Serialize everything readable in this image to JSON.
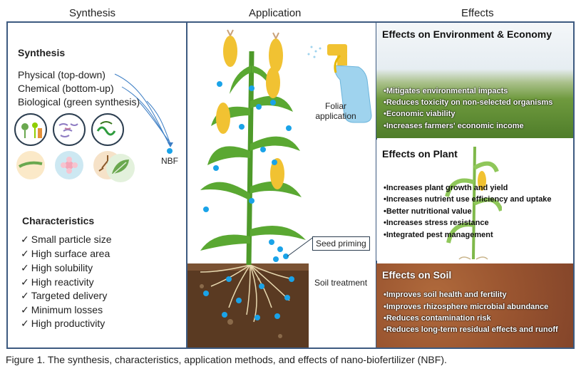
{
  "headers": {
    "synthesis": "Synthesis",
    "application": "Application",
    "effects": "Effects"
  },
  "synthesis": {
    "title": "Synthesis",
    "methods": [
      "Physical (top-down)",
      "Chemical (bottom-up)",
      "Biological (green synthesis)"
    ],
    "nbf_label": "NBF"
  },
  "characteristics": {
    "title": "Characteristics",
    "items": [
      "Small particle size",
      "High surface area",
      "High solubility",
      "High reactivity",
      "Targeted delivery",
      "Minimum losses",
      "High productivity"
    ]
  },
  "application": {
    "foliar": "Foliar application",
    "seed": "Seed priming",
    "soil": "Soil treatment"
  },
  "effects": {
    "environment": {
      "title": "Effects on Environment & Economy",
      "items": [
        "•Mitigates environmental impacts",
        "•Reduces toxicity on non-selected organisms",
        "•Economic viability",
        "•Increases farmers' economic income"
      ]
    },
    "plant": {
      "title": "Effects on Plant",
      "items": [
        "•Increases plant growth and yield",
        "•Increases nutrient use efficiency and uptake",
        "•Better nutritional value",
        "•Increases stress resistance",
        "•Integrated pest management"
      ]
    },
    "soil": {
      "title": "Effects on Soil",
      "items": [
        "•Improves soil health and fertility",
        "•Improves rhizosphere microbial abundance",
        "•Reduces contamination risk",
        "•Reduces long-term residual effects and runoff"
      ]
    }
  },
  "caption": "Figure 1. The synthesis, characteristics, application methods, and effects of nano-biofertilizer (NBF).",
  "colors": {
    "frame": "#3d5a80",
    "nbf_dot": "#1aa3e8",
    "soil": "#5a3a22",
    "leaf": "#4e9a2a"
  }
}
